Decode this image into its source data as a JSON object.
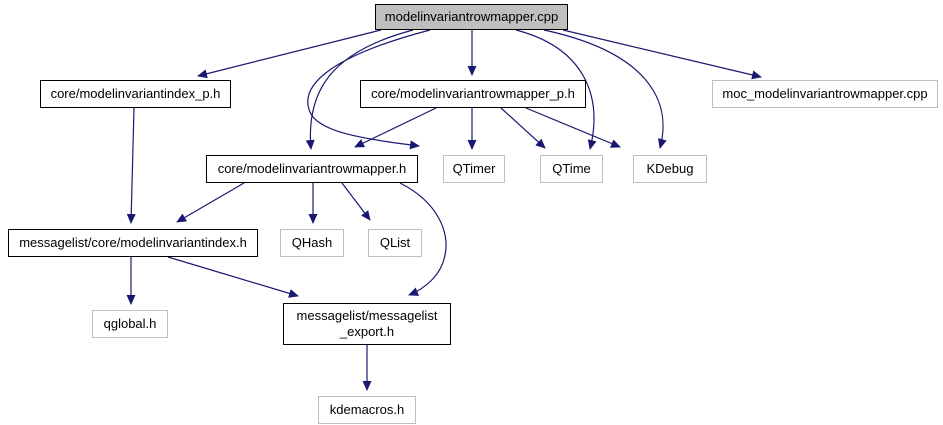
{
  "graph": {
    "type": "include-dependency-graph",
    "colors": {
      "edge": "#191970",
      "focus_fill": "#bfbfbf",
      "internal_border": "#000000",
      "external_border": "#bfbfbf"
    },
    "nodes": [
      {
        "id": "modelinvariantrowmapper_cpp",
        "label": "modelinvariantrowmapper.cpp",
        "kind": "focus"
      },
      {
        "id": "core_modelinvariantindex_p_h",
        "label": "core/modelinvariantindex_p.h",
        "kind": "internal"
      },
      {
        "id": "core_modelinvariantrowmapper_p_h",
        "label": "core/modelinvariantrowmapper_p.h",
        "kind": "internal"
      },
      {
        "id": "moc_modelinvariantrowmapper_cpp",
        "label": "moc_modelinvariantrowmapper.cpp",
        "kind": "external"
      },
      {
        "id": "core_modelinvariantrowmapper_h",
        "label": "core/modelinvariantrowmapper.h",
        "kind": "internal"
      },
      {
        "id": "qtimer",
        "label": "QTimer",
        "kind": "external"
      },
      {
        "id": "qtime",
        "label": "QTime",
        "kind": "external"
      },
      {
        "id": "kdebug",
        "label": "KDebug",
        "kind": "external"
      },
      {
        "id": "messagelist_core_modelinvariantindex_h",
        "label": "messagelist/core/modelinvariantindex.h",
        "kind": "internal"
      },
      {
        "id": "qhash",
        "label": "QHash",
        "kind": "external"
      },
      {
        "id": "qlist",
        "label": "QList",
        "kind": "external"
      },
      {
        "id": "qglobal_h",
        "label": "qglobal.h",
        "kind": "external"
      },
      {
        "id": "messagelist_messagelist_export_h",
        "label": "messagelist/messagelist\n_export.h",
        "kind": "internal"
      },
      {
        "id": "kdemacros_h",
        "label": "kdemacros.h",
        "kind": "external"
      }
    ],
    "edges": [
      [
        "modelinvariantrowmapper.cpp",
        "core/modelinvariantindex_p.h"
      ],
      [
        "modelinvariantrowmapper.cpp",
        "core/modelinvariantrowmapper_p.h"
      ],
      [
        "modelinvariantrowmapper.cpp",
        "moc_modelinvariantrowmapper.cpp"
      ],
      [
        "modelinvariantrowmapper.cpp",
        "core/modelinvariantrowmapper.h"
      ],
      [
        "modelinvariantrowmapper.cpp",
        "QTimer"
      ],
      [
        "modelinvariantrowmapper.cpp",
        "QTime"
      ],
      [
        "modelinvariantrowmapper.cpp",
        "KDebug"
      ],
      [
        "core/modelinvariantrowmapper_p.h",
        "core/modelinvariantrowmapper.h"
      ],
      [
        "core/modelinvariantrowmapper_p.h",
        "QTimer"
      ],
      [
        "core/modelinvariantrowmapper_p.h",
        "QTime"
      ],
      [
        "core/modelinvariantrowmapper_p.h",
        "KDebug"
      ],
      [
        "core/modelinvariantindex_p.h",
        "messagelist/core/modelinvariantindex.h"
      ],
      [
        "core/modelinvariantrowmapper.h",
        "messagelist/core/modelinvariantindex.h"
      ],
      [
        "core/modelinvariantrowmapper.h",
        "QHash"
      ],
      [
        "core/modelinvariantrowmapper.h",
        "QList"
      ],
      [
        "core/modelinvariantrowmapper.h",
        "messagelist/messagelist_export.h"
      ],
      [
        "messagelist/core/modelinvariantindex.h",
        "qglobal.h"
      ],
      [
        "messagelist/core/modelinvariantindex.h",
        "messagelist/messagelist_export.h"
      ],
      [
        "messagelist/messagelist_export.h",
        "kdemacros.h"
      ]
    ]
  }
}
